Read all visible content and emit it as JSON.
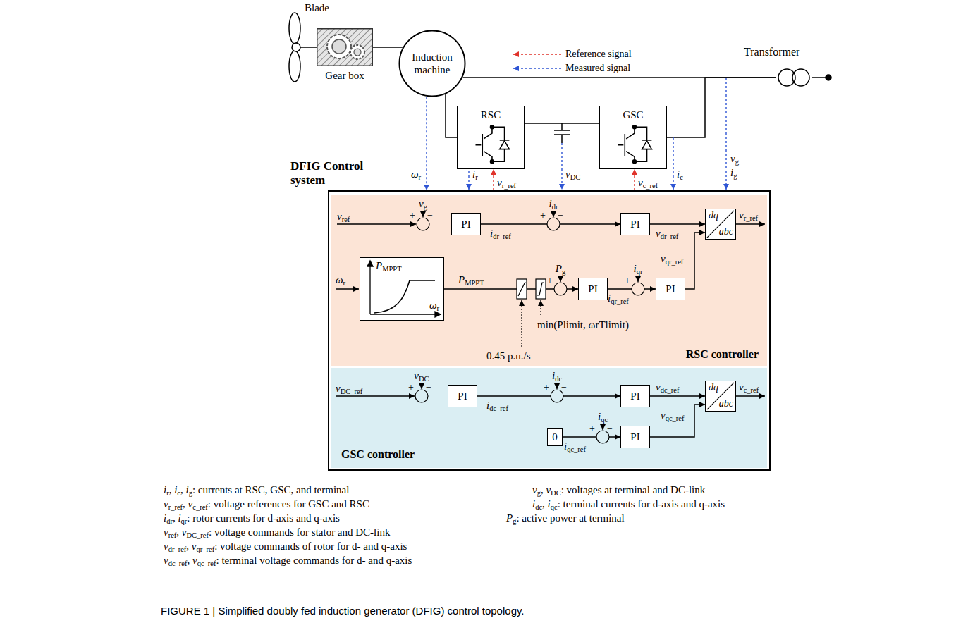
{
  "diagram": {
    "caption": "FIGURE 1 | Simplified doubly fed induction generator (DFIG) control topology.",
    "nodes": [
      {
        "text": [
          "Gear box"
        ]
      },
      {
        "text": [
          "Induction machine"
        ]
      },
      {
        "text": [
          "RSC"
        ]
      },
      {
        "text": [
          "GSC"
        ]
      },
      {
        "text": [
          "Transformer"
        ]
      },
      {
        "text": [
          "DFIG Control system"
        ]
      },
      {
        "text": [
          "RSC controller"
        ],
        "in": 5
      },
      {
        "text": [
          "PI"
        ],
        "in": 6
      },
      {
        "text": [
          "PI"
        ],
        "in": 6
      },
      {
        "text": [
          "dq",
          "abc"
        ],
        "in": 6
      },
      {
        "text": [
          "PMPPT",
          "ωr"
        ],
        "in": 6
      },
      {
        "text": [
          "PI"
        ],
        "in": 6
      },
      {
        "text": [
          "PI"
        ],
        "in": 6
      },
      {
        "text": [
          "GSC controller"
        ],
        "in": 5
      },
      {
        "text": [
          "PI"
        ],
        "in": 13
      },
      {
        "text": [
          "PI"
        ],
        "in": 13
      },
      {
        "text": [
          "dq",
          "abc"
        ],
        "in": 13
      },
      {
        "text": [
          "0"
        ],
        "in": 13
      },
      {
        "text": [
          "PI"
        ],
        "in": 13
      }
    ],
    "edges": [
      {
        "from": 0,
        "to": 1,
        "arrow": "none"
      },
      {
        "from": 1,
        "to": 4,
        "arrow": "none"
      },
      {
        "from": 1,
        "to": 2,
        "arrow": "none"
      },
      {
        "from": 2,
        "to": 3,
        "arrow": "none"
      },
      {
        "from": 3,
        "to": 4,
        "arrow": "none"
      },
      {
        "from": 1,
        "to": 5,
        "arrow": "to",
        "label": "ωr"
      },
      {
        "from": 5,
        "to": 2,
        "arrow": "to",
        "label": "vr_ref"
      },
      {
        "from": 5,
        "to": 3,
        "arrow": "to",
        "label": "vc_ref"
      },
      {
        "from": 7,
        "to": 8,
        "arrow": "to",
        "label": "idr_ref"
      },
      {
        "from": 8,
        "to": 9,
        "arrow": "to",
        "label": "vdr_ref"
      },
      {
        "from": 10,
        "to": 11,
        "arrow": "to",
        "label": "PMPPT"
      },
      {
        "from": 11,
        "to": 12,
        "arrow": "to",
        "label": "iqr_ref"
      },
      {
        "from": 12,
        "to": 9,
        "arrow": "to",
        "label": "vqr_ref"
      },
      {
        "from": 14,
        "to": 15,
        "arrow": "to",
        "label": "idc_ref"
      },
      {
        "from": 15,
        "to": 16,
        "arrow": "to",
        "label": "vdc_ref"
      },
      {
        "from": 17,
        "to": 18,
        "arrow": "to",
        "label": "iqc_ref"
      },
      {
        "from": 18,
        "to": 16,
        "arrow": "to",
        "label": "vqc_ref"
      }
    ],
    "labels": [
      "Blade",
      "ir",
      "vDC",
      "ic",
      "vg",
      "ig",
      "vref",
      "vg",
      "+",
      "−",
      "idr",
      "+",
      "−",
      "vr_ref",
      "ωr",
      "Pg",
      "+",
      "−",
      "iqr",
      "+",
      "−",
      "0.45 p.u./s",
      "min(Plimit, ωrTlimit)",
      "vDC_ref",
      "vDC",
      "+",
      "−",
      "idc",
      "+",
      "−",
      "vc_ref",
      "iqc",
      "+",
      "−",
      "ir, ic, ig: currents at RSC, GSC, and terminal",
      "vg, vDC: voltages at terminal and DC-link",
      "vr_ref, vc_ref: voltage references for GSC and RSC",
      "idc, iqc: terminal currents for d-axis and q-axis",
      "idr, iqr: rotor currents for d-axis and q-axis",
      "Pg: active power at terminal",
      "vref, vDC_ref: voltage commands for stator and DC-link",
      "vdr_ref, vqr_ref: voltage commands of rotor for d- and q-axis",
      "vdc_ref, vqc_ref: terminal voltage commands for d- and q-axis"
    ],
    "legend": [
      {
        "text": "Reference signal"
      },
      {
        "text": "Measured signal"
      }
    ]
  }
}
